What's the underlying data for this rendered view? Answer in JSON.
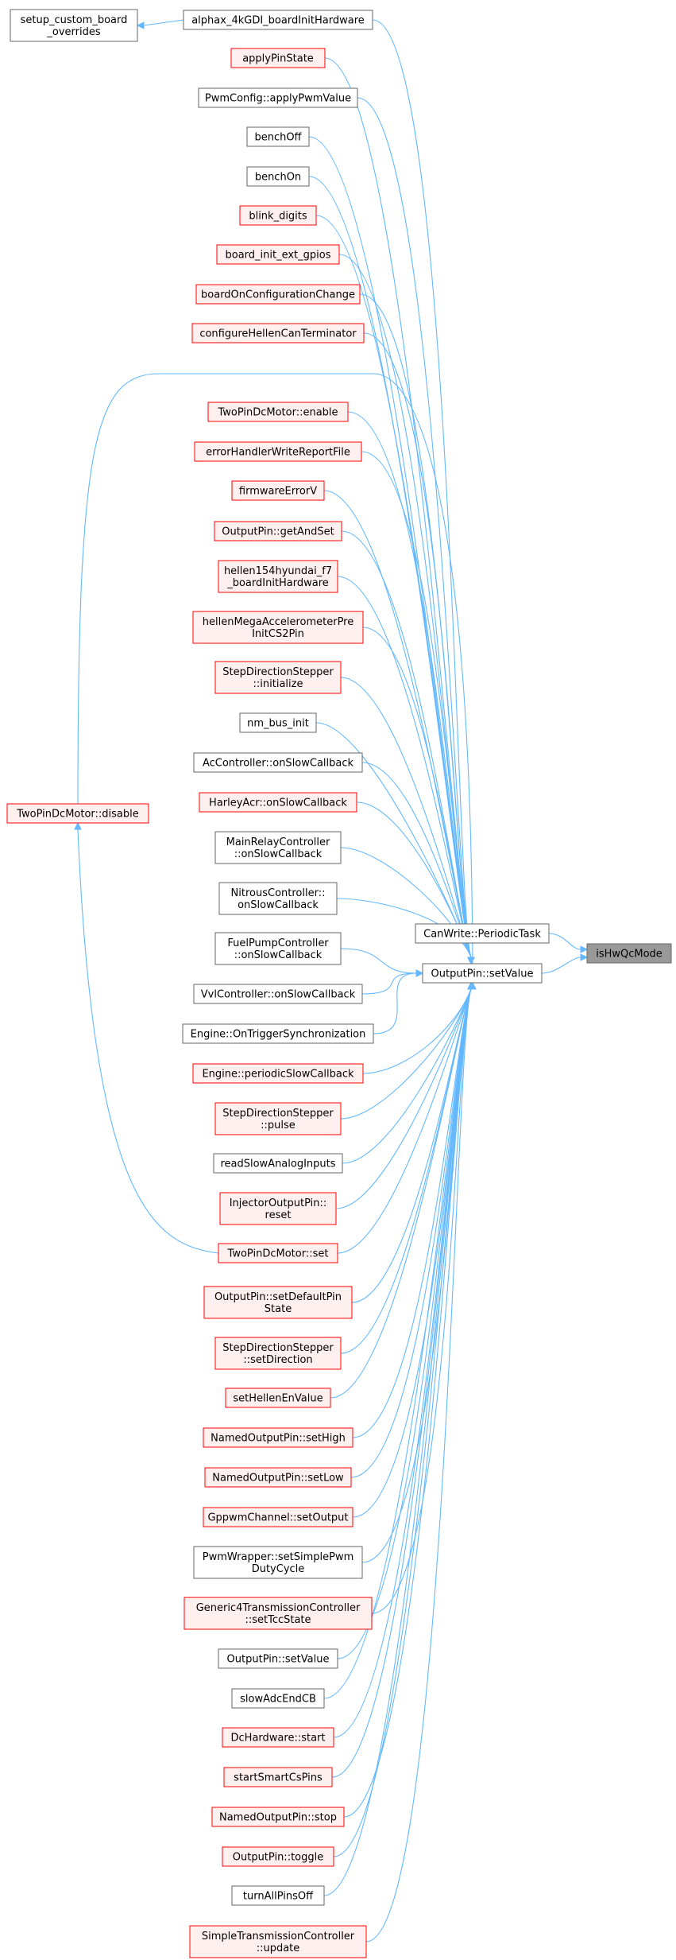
{
  "graph": {
    "title": "",
    "root": "isHwQcMode",
    "nodes": [
      {
        "id": "isHwQcMode",
        "lines": [
          "isHwQcMode"
        ],
        "style": "root"
      },
      {
        "id": "CanWrite_PeriodicTask",
        "lines": [
          "CanWrite::PeriodicTask"
        ],
        "style": "plain"
      },
      {
        "id": "OutputPin_setValue_main",
        "lines": [
          "OutputPin::setValue"
        ],
        "style": "plain"
      },
      {
        "id": "setup_custom_board_overrides",
        "lines": [
          "setup_custom_board",
          "_overrides"
        ],
        "style": "plain"
      },
      {
        "id": "alphax_4kGDI_boardInitHardware",
        "lines": [
          "alphax_4kGDI_boardInitHardware"
        ],
        "style": "plain"
      },
      {
        "id": "TwoPinDcMotor_disable",
        "lines": [
          "TwoPinDcMotor::disable"
        ],
        "style": "truncated"
      },
      {
        "id": "TwoPinDcMotor_set",
        "lines": [
          "TwoPinDcMotor::set"
        ],
        "style": "truncated"
      },
      {
        "id": "applyPinState",
        "lines": [
          "applyPinState"
        ],
        "style": "truncated"
      },
      {
        "id": "PwmConfig_applyPwmValue",
        "lines": [
          "PwmConfig::applyPwmValue"
        ],
        "style": "plain"
      },
      {
        "id": "benchOff",
        "lines": [
          "benchOff"
        ],
        "style": "plain"
      },
      {
        "id": "benchOn",
        "lines": [
          "benchOn"
        ],
        "style": "plain"
      },
      {
        "id": "blink_digits",
        "lines": [
          "blink_digits"
        ],
        "style": "truncated"
      },
      {
        "id": "board_init_ext_gpios",
        "lines": [
          "board_init_ext_gpios"
        ],
        "style": "truncated"
      },
      {
        "id": "boardOnConfigurationChange",
        "lines": [
          "boardOnConfigurationChange"
        ],
        "style": "truncated"
      },
      {
        "id": "configureHellenCanTerminator",
        "lines": [
          "configureHellenCanTerminator"
        ],
        "style": "truncated"
      },
      {
        "id": "TwoPinDcMotor_enable",
        "lines": [
          "TwoPinDcMotor::enable"
        ],
        "style": "truncated"
      },
      {
        "id": "errorHandlerWriteReportFile",
        "lines": [
          "errorHandlerWriteReportFile"
        ],
        "style": "truncated"
      },
      {
        "id": "firmwareErrorV",
        "lines": [
          "firmwareErrorV"
        ],
        "style": "truncated"
      },
      {
        "id": "OutputPin_getAndSet",
        "lines": [
          "OutputPin::getAndSet"
        ],
        "style": "truncated"
      },
      {
        "id": "hellen154hyundai_f7_boardInitHardware",
        "lines": [
          "hellen154hyundai_f7",
          "_boardInitHardware"
        ],
        "style": "truncated"
      },
      {
        "id": "hellenMegaAccelerometerPreInitCS2Pin",
        "lines": [
          "hellenMegaAccelerometerPre",
          "InitCS2Pin"
        ],
        "style": "truncated"
      },
      {
        "id": "StepDirectionStepper_initialize",
        "lines": [
          "StepDirectionStepper",
          "::initialize"
        ],
        "style": "truncated"
      },
      {
        "id": "nm_bus_init",
        "lines": [
          "nm_bus_init"
        ],
        "style": "plain"
      },
      {
        "id": "AcController_onSlowCallback",
        "lines": [
          "AcController::onSlowCallback"
        ],
        "style": "plain"
      },
      {
        "id": "HarleyAcr_onSlowCallback",
        "lines": [
          "HarleyAcr::onSlowCallback"
        ],
        "style": "truncated"
      },
      {
        "id": "MainRelayController_onSlowCallback",
        "lines": [
          "MainRelayController",
          "::onSlowCallback"
        ],
        "style": "plain"
      },
      {
        "id": "NitrousController_onSlowCallback",
        "lines": [
          "NitrousController::",
          "onSlowCallback"
        ],
        "style": "plain"
      },
      {
        "id": "FuelPumpController_onSlowCallback",
        "lines": [
          "FuelPumpController",
          "::onSlowCallback"
        ],
        "style": "plain"
      },
      {
        "id": "VvlController_onSlowCallback",
        "lines": [
          "VvlController::onSlowCallback"
        ],
        "style": "plain"
      },
      {
        "id": "Engine_OnTriggerSynchronization",
        "lines": [
          "Engine::OnTriggerSynchronization"
        ],
        "style": "plain"
      },
      {
        "id": "Engine_periodicSlowCallback",
        "lines": [
          "Engine::periodicSlowCallback"
        ],
        "style": "truncated"
      },
      {
        "id": "StepDirectionStepper_pulse",
        "lines": [
          "StepDirectionStepper",
          "::pulse"
        ],
        "style": "truncated"
      },
      {
        "id": "readSlowAnalogInputs",
        "lines": [
          "readSlowAnalogInputs"
        ],
        "style": "plain"
      },
      {
        "id": "InjectorOutputPin_reset",
        "lines": [
          "InjectorOutputPin::",
          "reset"
        ],
        "style": "truncated"
      },
      {
        "id": "OutputPin_setDefaultPinState",
        "lines": [
          "OutputPin::setDefaultPin",
          "State"
        ],
        "style": "truncated"
      },
      {
        "id": "StepDirectionStepper_setDirection",
        "lines": [
          "StepDirectionStepper",
          "::setDirection"
        ],
        "style": "truncated"
      },
      {
        "id": "setHellenEnValue",
        "lines": [
          "setHellenEnValue"
        ],
        "style": "truncated"
      },
      {
        "id": "NamedOutputPin_setHigh",
        "lines": [
          "NamedOutputPin::setHigh"
        ],
        "style": "truncated"
      },
      {
        "id": "NamedOutputPin_setLow",
        "lines": [
          "NamedOutputPin::setLow"
        ],
        "style": "truncated"
      },
      {
        "id": "GppwmChannel_setOutput",
        "lines": [
          "GppwmChannel::setOutput"
        ],
        "style": "truncated"
      },
      {
        "id": "PwmWrapper_setSimplePwmDutyCycle",
        "lines": [
          "PwmWrapper::setSimplePwm",
          "DutyCycle"
        ],
        "style": "plain"
      },
      {
        "id": "Generic4TransmissionController_setTccState",
        "lines": [
          "Generic4TransmissionController",
          "::setTccState"
        ],
        "style": "truncated"
      },
      {
        "id": "OutputPin_setValue_caller",
        "lines": [
          "OutputPin::setValue"
        ],
        "style": "plain"
      },
      {
        "id": "slowAdcEndCB",
        "lines": [
          "slowAdcEndCB"
        ],
        "style": "plain"
      },
      {
        "id": "DcHardware_start",
        "lines": [
          "DcHardware::start"
        ],
        "style": "truncated"
      },
      {
        "id": "startSmartCsPins",
        "lines": [
          "startSmartCsPins"
        ],
        "style": "truncated"
      },
      {
        "id": "NamedOutputPin_stop",
        "lines": [
          "NamedOutputPin::stop"
        ],
        "style": "truncated"
      },
      {
        "id": "OutputPin_toggle",
        "lines": [
          "OutputPin::toggle"
        ],
        "style": "truncated"
      },
      {
        "id": "turnAllPinsOff",
        "lines": [
          "turnAllPinsOff"
        ],
        "style": "plain"
      },
      {
        "id": "SimpleTransmissionController_update",
        "lines": [
          "SimpleTransmissionController",
          "::update"
        ],
        "style": "truncated"
      }
    ],
    "edges": [
      {
        "from": "CanWrite_PeriodicTask",
        "to": "isHwQcMode"
      },
      {
        "from": "OutputPin_setValue_main",
        "to": "isHwQcMode"
      },
      {
        "from": "alphax_4kGDI_boardInitHardware",
        "to": "setup_custom_board_overrides"
      },
      {
        "from": "TwoPinDcMotor_set",
        "to": "TwoPinDcMotor_disable"
      },
      {
        "from": "alphax_4kGDI_boardInitHardware",
        "to": "OutputPin_setValue_main"
      },
      {
        "from": "applyPinState",
        "to": "OutputPin_setValue_main"
      },
      {
        "from": "PwmConfig_applyPwmValue",
        "to": "OutputPin_setValue_main"
      },
      {
        "from": "benchOff",
        "to": "OutputPin_setValue_main"
      },
      {
        "from": "benchOn",
        "to": "OutputPin_setValue_main"
      },
      {
        "from": "blink_digits",
        "to": "OutputPin_setValue_main"
      },
      {
        "from": "board_init_ext_gpios",
        "to": "OutputPin_setValue_main"
      },
      {
        "from": "boardOnConfigurationChange",
        "to": "OutputPin_setValue_main"
      },
      {
        "from": "configureHellenCanTerminator",
        "to": "OutputPin_setValue_main"
      },
      {
        "from": "TwoPinDcMotor_disable",
        "to": "OutputPin_setValue_main"
      },
      {
        "from": "TwoPinDcMotor_enable",
        "to": "OutputPin_setValue_main"
      },
      {
        "from": "errorHandlerWriteReportFile",
        "to": "OutputPin_setValue_main"
      },
      {
        "from": "firmwareErrorV",
        "to": "OutputPin_setValue_main"
      },
      {
        "from": "OutputPin_getAndSet",
        "to": "OutputPin_setValue_main"
      },
      {
        "from": "hellen154hyundai_f7_boardInitHardware",
        "to": "OutputPin_setValue_main"
      },
      {
        "from": "hellenMegaAccelerometerPreInitCS2Pin",
        "to": "OutputPin_setValue_main"
      },
      {
        "from": "StepDirectionStepper_initialize",
        "to": "OutputPin_setValue_main"
      },
      {
        "from": "nm_bus_init",
        "to": "OutputPin_setValue_main"
      },
      {
        "from": "AcController_onSlowCallback",
        "to": "OutputPin_setValue_main"
      },
      {
        "from": "HarleyAcr_onSlowCallback",
        "to": "OutputPin_setValue_main"
      },
      {
        "from": "MainRelayController_onSlowCallback",
        "to": "OutputPin_setValue_main"
      },
      {
        "from": "NitrousController_onSlowCallback",
        "to": "OutputPin_setValue_main"
      },
      {
        "from": "FuelPumpController_onSlowCallback",
        "to": "OutputPin_setValue_main"
      },
      {
        "from": "VvlController_onSlowCallback",
        "to": "OutputPin_setValue_main"
      },
      {
        "from": "Engine_OnTriggerSynchronization",
        "to": "OutputPin_setValue_main"
      },
      {
        "from": "Engine_periodicSlowCallback",
        "to": "OutputPin_setValue_main"
      },
      {
        "from": "StepDirectionStepper_pulse",
        "to": "OutputPin_setValue_main"
      },
      {
        "from": "readSlowAnalogInputs",
        "to": "OutputPin_setValue_main"
      },
      {
        "from": "InjectorOutputPin_reset",
        "to": "OutputPin_setValue_main"
      },
      {
        "from": "TwoPinDcMotor_set",
        "to": "OutputPin_setValue_main"
      },
      {
        "from": "OutputPin_setDefaultPinState",
        "to": "OutputPin_setValue_main"
      },
      {
        "from": "StepDirectionStepper_setDirection",
        "to": "OutputPin_setValue_main"
      },
      {
        "from": "setHellenEnValue",
        "to": "OutputPin_setValue_main"
      },
      {
        "from": "NamedOutputPin_setHigh",
        "to": "OutputPin_setValue_main"
      },
      {
        "from": "NamedOutputPin_setLow",
        "to": "OutputPin_setValue_main"
      },
      {
        "from": "GppwmChannel_setOutput",
        "to": "OutputPin_setValue_main"
      },
      {
        "from": "PwmWrapper_setSimplePwmDutyCycle",
        "to": "OutputPin_setValue_main"
      },
      {
        "from": "Generic4TransmissionController_setTccState",
        "to": "OutputPin_setValue_main"
      },
      {
        "from": "OutputPin_setValue_caller",
        "to": "OutputPin_setValue_main"
      },
      {
        "from": "slowAdcEndCB",
        "to": "OutputPin_setValue_main"
      },
      {
        "from": "DcHardware_start",
        "to": "OutputPin_setValue_main"
      },
      {
        "from": "startSmartCsPins",
        "to": "OutputPin_setValue_main"
      },
      {
        "from": "NamedOutputPin_stop",
        "to": "OutputPin_setValue_main"
      },
      {
        "from": "OutputPin_toggle",
        "to": "OutputPin_setValue_main"
      },
      {
        "from": "turnAllPinsOff",
        "to": "OutputPin_setValue_main"
      },
      {
        "from": "SimpleTransmissionController_update",
        "to": "OutputPin_setValue_main"
      }
    ]
  },
  "colors": {
    "edge": "#63b8ff",
    "root_fill": "#999999",
    "root_border": "#666666",
    "plain_fill": "#ffffff",
    "plain_border": "#666666",
    "truncated_fill": "#fff0f0",
    "truncated_border": "#ff0000"
  }
}
